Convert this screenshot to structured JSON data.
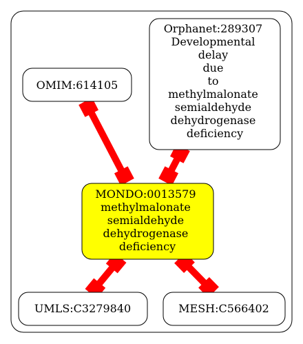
{
  "colors": {
    "background": "#ffffff",
    "edge": "#ff0000",
    "focus_fill": "#ffff00",
    "node_fill": "#ffffff",
    "stroke": "#000000"
  },
  "nodes": {
    "orphanet": {
      "lines": [
        "Orphanet:289307",
        "Developmental",
        "delay",
        "due",
        "to",
        "methylmalonate",
        "semialdehyde",
        "dehydrogenase",
        "deficiency"
      ]
    },
    "omim": {
      "lines": [
        "OMIM:614105"
      ]
    },
    "mondo": {
      "lines": [
        "MONDO:0013579",
        "methylmalonate",
        "semialdehyde",
        "dehydrogenase",
        "deficiency"
      ]
    },
    "umls": {
      "lines": [
        "UMLS:C3279840"
      ]
    },
    "mesh": {
      "lines": [
        "MESH:C566402"
      ]
    }
  },
  "edges": [
    {
      "from": "omim",
      "to": "mondo"
    },
    {
      "from": "orphanet",
      "to": "mondo"
    },
    {
      "from": "mondo",
      "to": "umls"
    },
    {
      "from": "mondo",
      "to": "mesh"
    }
  ]
}
